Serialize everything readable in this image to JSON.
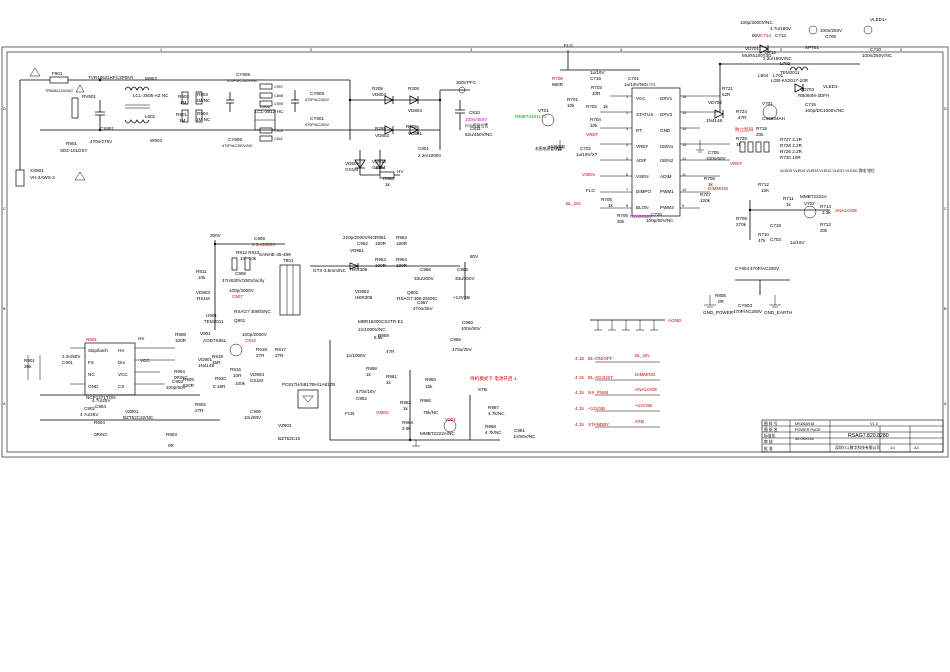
{
  "border": {
    "top_numbers": [
      "1",
      "2",
      "3",
      "4",
      "5",
      "6"
    ],
    "side_letters": [
      "D",
      "C",
      "B",
      "A"
    ]
  },
  "input": {
    "fuse": "F901",
    "fuse_value": "TR5082140UUC",
    "filter": "TVR10621KFC3P0NY",
    "varistor": "RV901",
    "cap_x": "CX901",
    "cap_x_value": "470n/275V",
    "resistor": "R901",
    "resistor_value": "SD2-10LDSY",
    "connector": "XS901",
    "connector_value": "VH-3AWS-2",
    "choke_label": "W902",
    "choke_value": "LCL-3505-AZ NC",
    "choke2": "L801",
    "choke3": "W903",
    "r902": "R902",
    "r902_v": "1M",
    "r901": "R901",
    "r901_v": "1M",
    "r903": "R903",
    "r903_v": "1M/NC",
    "r904": "R904",
    "r904_v": "1M NC",
    "c905": "CY905",
    "c905_v": "470P/AC250V/NC",
    "c906": "CY906",
    "c906_v": "470P/AC250V/NC",
    "l802": "L802",
    "l802_v": "LCL-3812-HC",
    "c908": "CY908",
    "c908_v": "470P/AC250V",
    "c901": "CY901",
    "c901_v": "470P/AC250V",
    "rects": [
      "C907",
      "C808",
      "C909",
      "C910",
      "C811",
      "C812"
    ]
  },
  "bridge": {
    "diodes": [
      "R209",
      "VD803",
      "R259",
      "VD802",
      "R208",
      "VD804",
      "VD801",
      "R809"
    ],
    "ref": "PFC",
    "volt": "300V",
    "c810": "C810",
    "c810_v": "100n/450V",
    "c811": "C811",
    "c811_v": "82u/450V/NC",
    "c801": "C801",
    "c801_v": "2.2n/1000V",
    "vd809": "VD809",
    "vd809_v": "GS1M",
    "vd810": "VD810",
    "vd810_v": "GS1M",
    "r808": "R808",
    "r808_v": "1k",
    "hv": "HV",
    "note": "PCB预留位置"
  },
  "backlight": {
    "ic_ref": "N701",
    "pins_left": [
      "VCC",
      "STATUS",
      "RT",
      "VREF",
      "ADIF",
      "VSEN",
      "DIMPO",
      "BLON"
    ],
    "pins_left_num": [
      "1",
      "2",
      "3",
      "4",
      "5",
      "6",
      "7",
      "8"
    ],
    "pins_right": [
      "DRV1",
      "DRV2",
      "GND",
      "ISEN1",
      "ISEN2",
      "ADIM",
      "PWM1",
      "PWM2"
    ],
    "pins_right_num": [
      "16",
      "15",
      "14",
      "13",
      "12",
      "11",
      "10",
      "9"
    ],
    "ic_name": "R2A20121",
    "flg": "FLG",
    "vt01": "VT01",
    "r706": "R706",
    "r706_v": "680R",
    "c701": "C701",
    "c701_v": "1u/16V/NC",
    "c719": "C719",
    "c719_v": "1u/16V",
    "r703": "R703",
    "r703_v": "10R",
    "r701": "R701",
    "r701_v": "10k",
    "r702": "R702",
    "r702_v": "1k",
    "r704": "R704",
    "r704_v": "10k",
    "c702": "C702",
    "c702_v": "1u/16V/X7",
    "vref": "VREF",
    "pin12v": "+12VSB",
    "vsen": "VSEN",
    "flg2": "FLG",
    "bl_en": "BL_EN",
    "r705": "R705",
    "r705_v": "1k",
    "r706b": "R706",
    "r706b_v": "30k",
    "c720": "C720",
    "c720_v": "100p/50V/NC",
    "r707": "R707",
    "r707_v": "120k",
    "dimming": "DIMMING",
    "r708": "R708",
    "r708_v": "1k",
    "c705": "C705",
    "c705_v": "100n/50V",
    "r729": "R729",
    "r729_v": "1R",
    "mmbt": "MMBT4401LT1",
    "note_green": "MMBT4401LT1",
    "note_purple": "本图电源管理器",
    "note_red": "防止乱码"
  },
  "boost": {
    "l701": "L701",
    "l701_v": "LGB-KX2017-10R",
    "vd701": "VD701",
    "vd701_v": "MUR5100T3G",
    "v80": "80V",
    "c713": "C713",
    "c713_v": "100p/2000V/NC",
    "c714": "C714",
    "c714_v": "4.7u/160V",
    "c712": "C712",
    "c712_v": "2.2u/160V/NC",
    "xp701": "XP701",
    "c709": "C709",
    "c710": "C710",
    "c710_v": "100n/250V",
    "c710b_v": "100n/250V/NC",
    "vled_p": "VLED1+",
    "vled_n": "VLED1-",
    "l804": "L804",
    "l702": "L702",
    "tem1": "TEM2011",
    "vd703": "VD703",
    "vd703_v": "RB060M-3DFH",
    "r721": "R721",
    "r721_v": "62R",
    "r724": "R724",
    "r724_v": "47R",
    "vd702": "VD702",
    "vd702_v": "1N4148",
    "v701": "V701",
    "v701_v": "CS6804AH",
    "r719": "R719",
    "r719_v": "20k",
    "c715": "C715",
    "c715_v": "100p/DC1000V/NC",
    "r727": "R727 2.2R",
    "r728": "R728 2.2R",
    "r726": "R726 2.2R",
    "r730": "R730 10R",
    "r712": "R712",
    "r712_v": "12K",
    "r711": "R711",
    "r711_v": "1k",
    "v702": "V702",
    "v702_v": "MMBT2222A",
    "r714": "R714",
    "r714_v": "3.3k",
    "analog": "ANALOGE",
    "r713": "R713",
    "r713_v": "20k",
    "r709": "R709",
    "r709_v": "270k",
    "r710": "R710",
    "r710_v": "47k",
    "c703": "C703",
    "c703_v": "1u/16V",
    "c718": "C718",
    "bottom_note": "VLED5 VLED4 VLED3 VLED2 VLED1 VLED0 测电 钳位",
    "rdson": "VREF"
  },
  "gnd_section": {
    "cy": "CY904",
    "cy_v": "470P/AC250V",
    "r805": "R805",
    "r805_v": "0R",
    "cy2": "CY803",
    "cy2_v": "470P/AC250V",
    "gnd_power": "GND_POWER",
    "gnd_earth": "GND_EARTH",
    "agnd": "AGND"
  },
  "flyback": {
    "v300": "300V",
    "c909": "C909",
    "c909_v": "2.2n/1000V",
    "r912": "R912 R913",
    "r912_v": "10k 10k",
    "r911": "R911",
    "r911_v": "10k",
    "vd903": "VD903",
    "vd903_v": "RS1M",
    "c908": "C908",
    "c908_v": "47n/630V/250V/ac/ly",
    "r906": "R906",
    "r906_v": "100p/2000V",
    "c907": "C907",
    "u901": "U901",
    "u901_v": "TEM2011",
    "q801": "Q801",
    "q801_v": "RSAG7 3080SNC",
    "c912": "C912",
    "c912_v": "100p/2000V",
    "r919": "R919",
    "r919_v": "15R",
    "r917": "R917",
    "r917_v": "27R",
    "r918": "R918",
    "r918_v": "27R",
    "vd901": "VD901",
    "vd901_v": "1N4148",
    "r915": "R915",
    "r915_v": "10R",
    "r916": "R916",
    "r916_v": "100k",
    "r905": "R905",
    "r905_v": "620R",
    "r904b": "R904",
    "r904b_v": "0R/NC",
    "r920": "R920",
    "r920_v": "0.18R",
    "r908": "R908",
    "r908_v": "100R",
    "c902": "C902",
    "c902_v": "4.7u/25V",
    "c903": "C903",
    "c903_v": "100p/50V",
    "c904": "C904",
    "c904_v": "4.7u/25V",
    "r902b": "R902",
    "r902b_v": "27R",
    "vz901": "VZ901",
    "vz901_v": "BZT52C22/NC",
    "r903b": "R903",
    "r903b_v": "0R",
    "r901b": "R901",
    "r901b_v": "39k",
    "c901b": "C901",
    "c901b_v": "2.2n/50V",
    "t801": "T801",
    "t801_v": "SANHE-35-489",
    "vd904": "VD904",
    "vd904_v": "GS1M",
    "vcc": "VCC",
    "hv": "HV",
    "v802": "V901",
    "v802_v": "AOD7S65L",
    "c906": "C906",
    "c906_v": "10u/50V",
    "vz902": "VZ902",
    "vz902_v": "BZT52C10",
    "pc817": "PC817H/S817BH/1A817B",
    "ic_pins_left": [
      "Skip/latch",
      "FS",
      "NC",
      "GND"
    ],
    "ic_pins_right": [
      "HV",
      "Drv",
      "VCC",
      "CS"
    ],
    "ic_name": "NCP1271TON",
    "ic_ref": "N901"
  },
  "secondary": {
    "c952": "220p/2000V/NC",
    "c952b": "C952",
    "r951": "R951",
    "r951_v": "180R",
    "r952": "R952",
    "r952_v": "180R",
    "r953": "R953",
    "r953_v": "100R",
    "r954": "R954",
    "r954_v": "100R",
    "vd951": "VD951",
    "vd951_v": "HER308",
    "vd952": "VD952",
    "vd952_v": "HER308",
    "gtx": "GTX-3.5mm/NC",
    "v80": "80V",
    "c955": "C955",
    "c955_v": "33u/200V",
    "c956": "C956",
    "c956_v": "33u/200V",
    "q802": "Q802",
    "q802_v": "RSAG7 308,05SNC",
    "v12sb": "+12VSB",
    "c957": "C957",
    "c957_v": "470u/25V",
    "c958": "C958",
    "c958_v": "470u/25V",
    "c960": "C960",
    "c960_v": "100n/50V",
    "r959": "R959",
    "r959_v": "6.8k",
    "r957": "R957",
    "r957_v": "47R",
    "vd953": "VD953",
    "vd953_v": "MBR16200CS2TR-E1",
    "c959": "C959",
    "c959_v": "1n/1000V",
    "c953": "C953",
    "c953_v": "1n/1000V/NC",
    "r960": "R960",
    "r960_v": "15k",
    "r961": "R961",
    "r961_v": "1k",
    "r958": "R958",
    "r958_v": "1k",
    "c962": "C962",
    "c962_v": "470n/16V",
    "r962": "R962",
    "r962_v": "1k",
    "r966": "R966",
    "r966_v": "75k/NC",
    "r964": "R964",
    "r964_v": "3.9k",
    "v901": "V901",
    "v901_v": "MMBT2222A/NC",
    "r965": "R965",
    "r965_v": "5.1k",
    "r967": "R967",
    "r967_v": "4.7k/NC",
    "r968": "R968",
    "r968_v": "4.7k/NC",
    "c961": "C961",
    "c961_v": "1n/50V/NC",
    "stb": "STB",
    "fcb": "FCB",
    "vsen": "VSEN",
    "note_red": "待机模式下 电源开启 1",
    "c956b": "C956",
    "c956b_v": "470u/25V",
    "c9512": "C9512"
  },
  "connector_signals": [
    {
      "pin": "4.15",
      "name": "BL-ON/OFF",
      "net": "BL_EN"
    },
    {
      "pin": "4.15",
      "name": "BL-ADJUST",
      "net": "DIMMING"
    },
    {
      "pin": "4.15",
      "name": "NX_PWM",
      "net": "ANALOGE"
    },
    {
      "pin": "4.15",
      "name": "+12VSB",
      "net": "+12VSB"
    },
    {
      "pin": "4.15",
      "name": "STANDBY",
      "net": "STB"
    }
  ],
  "title_block": {
    "company": "深圳TCL数字科技有限公司",
    "board": "RSAG7.820.8280",
    "model": "MSD6A918",
    "sheet_label": "POWER PAGE",
    "doc_no": "40-0KIG1A",
    "version": "V1.0",
    "scale": "A3",
    "r1": "图 样 号",
    "r2": "图 纸 名",
    "r3": "标准化",
    "r4": "审 核",
    "r5": "批 准",
    "page": "1/1"
  }
}
